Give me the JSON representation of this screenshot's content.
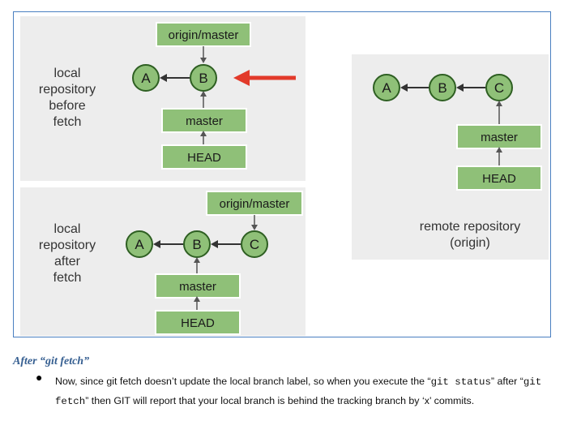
{
  "panels": {
    "before": {
      "label": [
        "local",
        "repository",
        "before",
        "fetch"
      ],
      "commits": [
        "A",
        "B"
      ],
      "origin_label": "origin/master",
      "branch_label": "master",
      "head_label": "HEAD"
    },
    "after": {
      "label": [
        "local",
        "repository",
        "after",
        "fetch"
      ],
      "commits": [
        "A",
        "B",
        "C"
      ],
      "origin_label": "origin/master",
      "branch_label": "master",
      "head_label": "HEAD"
    },
    "remote": {
      "label": [
        "remote repository",
        "(origin)"
      ],
      "commits": [
        "A",
        "B",
        "C"
      ],
      "branch_label": "master",
      "head_label": "HEAD"
    }
  },
  "colors": {
    "node_fill": "#8fc078",
    "node_border": "#2e5f22",
    "label_fill": "#8fc078",
    "highlight_arrow": "#e23a2a",
    "caption": "#365f91"
  },
  "caption": "After “git fetch”",
  "note": {
    "part1": "Now, since git fetch doesn’t update the local branch label, so when you execute the “",
    "code1": "git status",
    "part2": "” after “",
    "code2": "git fetch",
    "part3": "” then GIT will report that your local branch is behind the tracking branch by ‘x’ commits."
  }
}
